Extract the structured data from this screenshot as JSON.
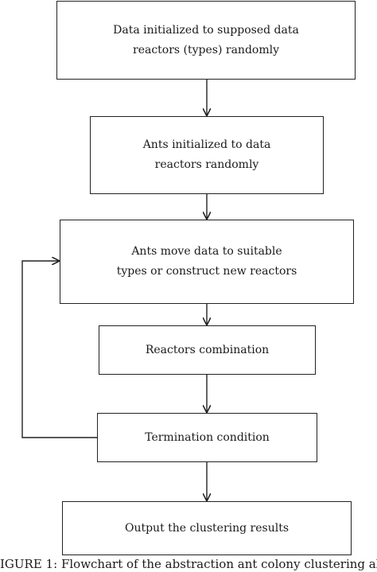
{
  "flowchart": {
    "steps": [
      {
        "id": "init-data",
        "lines": [
          "Data initialized to supposed data",
          "reactors (types) randomly"
        ]
      },
      {
        "id": "init-ants",
        "lines": [
          "Ants initialized to data",
          "reactors randomly"
        ]
      },
      {
        "id": "ants-move",
        "lines": [
          "Ants move data to suitable",
          "types or construct new reactors"
        ]
      },
      {
        "id": "combine",
        "lines": [
          "Reactors combination"
        ]
      },
      {
        "id": "terminate",
        "lines": [
          "Termination condition"
        ]
      },
      {
        "id": "output",
        "lines": [
          "Output the clustering results"
        ]
      }
    ],
    "edges": [
      {
        "from": "init-data",
        "to": "init-ants"
      },
      {
        "from": "init-ants",
        "to": "ants-move"
      },
      {
        "from": "ants-move",
        "to": "combine"
      },
      {
        "from": "combine",
        "to": "terminate"
      },
      {
        "from": "terminate",
        "to": "output"
      },
      {
        "from": "terminate",
        "to": "ants-move",
        "kind": "loop-back"
      }
    ],
    "colors": {
      "stroke": "#222222",
      "text": "#1a1a1a",
      "background": "#ffffff"
    }
  },
  "caption": {
    "label": "IGURE 1:",
    "text": "Flowchart of the abstraction ant colony clustering alg"
  }
}
